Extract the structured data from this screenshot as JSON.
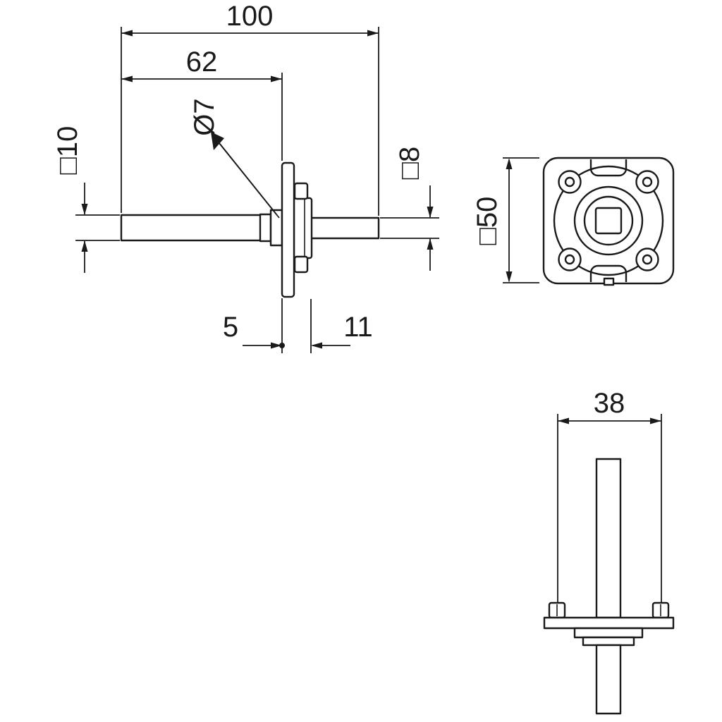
{
  "colors": {
    "line": "#1a1a1a",
    "background": "#ffffff"
  },
  "dimensions": {
    "total_length": "100",
    "grip_length": "62",
    "hole_diameter": "Ø7",
    "square_left": "□10",
    "square_right": "□8",
    "plate_offset": "5",
    "flange_depth": "11",
    "rosette_square": "□50",
    "base_width": "38"
  }
}
